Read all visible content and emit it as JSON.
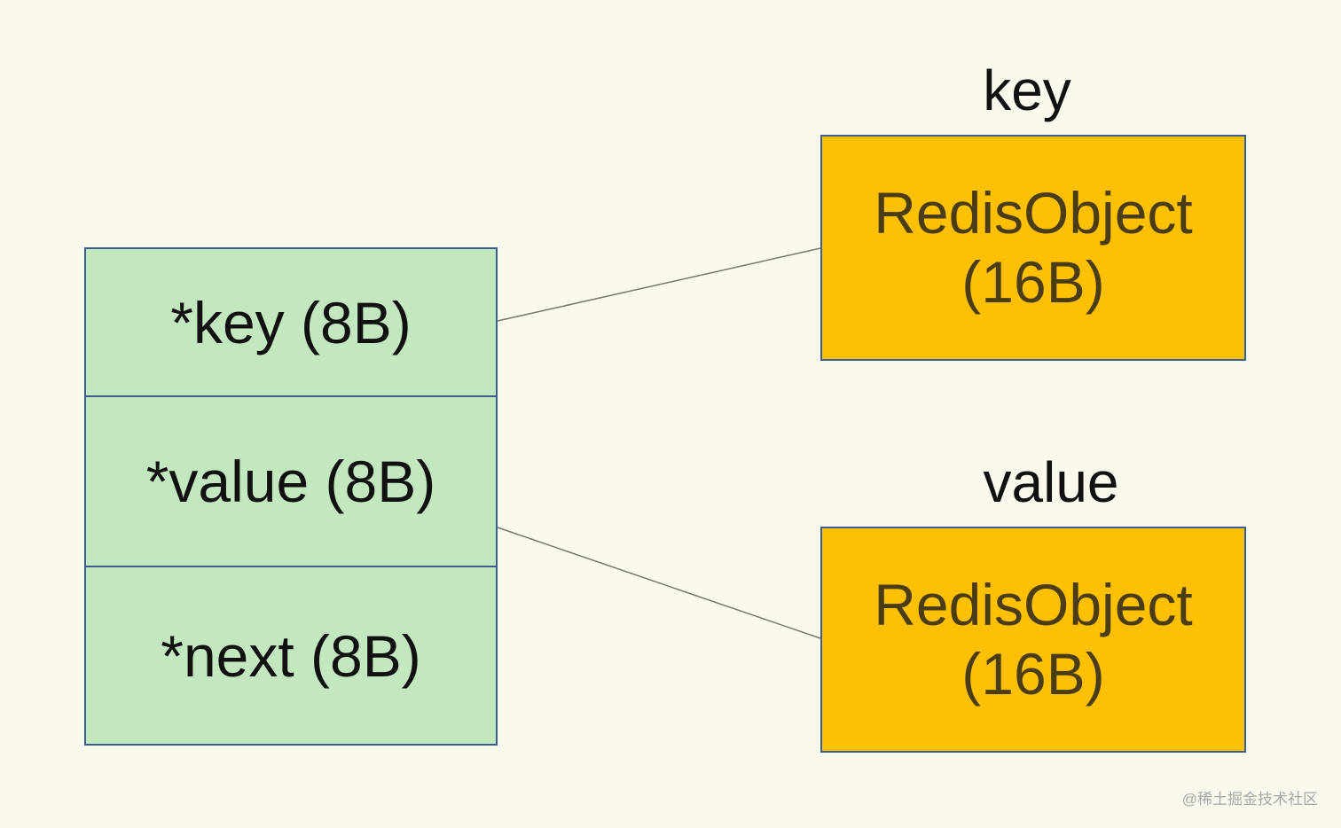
{
  "diagram": {
    "entry_fields": [
      {
        "label": "*key (8B)"
      },
      {
        "label": "*value (8B)"
      },
      {
        "label": "*next (8B)"
      }
    ],
    "objects": [
      {
        "title": "key",
        "name": "RedisObject",
        "size": "(16B)"
      },
      {
        "title": "value",
        "name": "RedisObject",
        "size": "(16B)"
      }
    ],
    "colors": {
      "background": "#fbf8ed",
      "entry_fill": "#c3e7bf",
      "object_fill": "#fdc003",
      "border": "#3c5d8e",
      "connector": "#77776a",
      "object_text": "#4a3c14"
    }
  },
  "watermark": "@稀土掘金技术社区"
}
